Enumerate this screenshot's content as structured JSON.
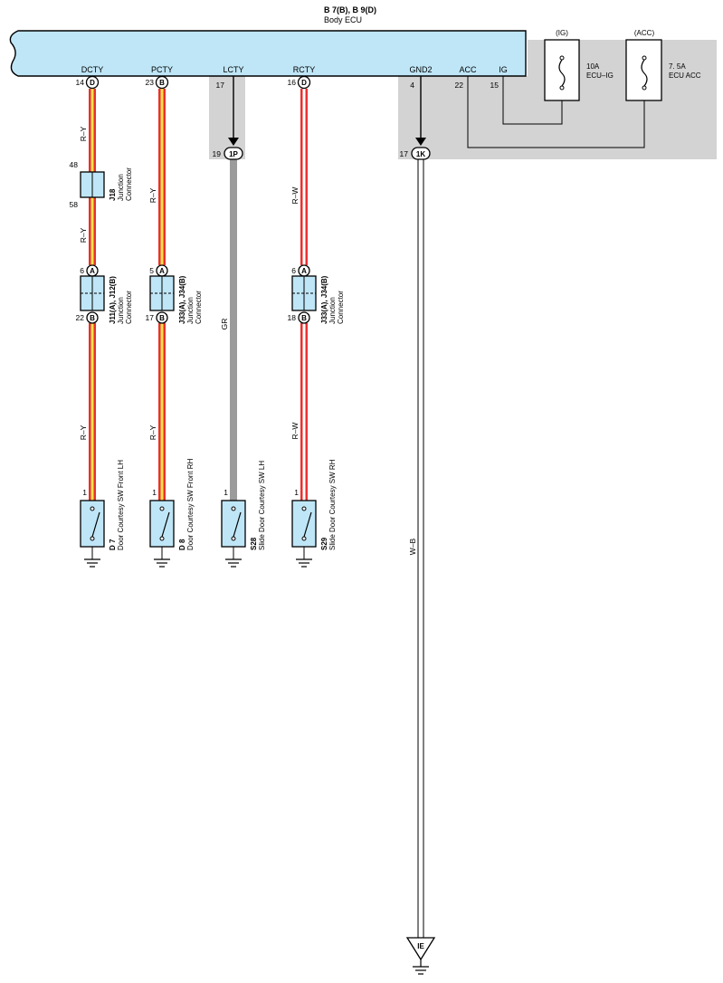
{
  "header": {
    "ecu_ref": "B 7(B), B 9(D)",
    "ecu_name": "Body ECU"
  },
  "ecu_terminals": [
    {
      "id": "dcty",
      "name": "DCTY",
      "pin": "14",
      "connector": "D"
    },
    {
      "id": "pcty",
      "name": "PCTY",
      "pin": "23",
      "connector": "B"
    },
    {
      "id": "lcty",
      "name": "LCTY",
      "pin": "17",
      "connector": ""
    },
    {
      "id": "rcty",
      "name": "RCTY",
      "pin": "16",
      "connector": "D"
    },
    {
      "id": "gnd2",
      "name": "GND2",
      "pin": "4",
      "connector": ""
    },
    {
      "id": "acc",
      "name": "ACC",
      "pin": "22",
      "connector": ""
    },
    {
      "id": "ig",
      "name": "IG",
      "pin": "15",
      "connector": ""
    }
  ],
  "fuses": [
    {
      "id": "ig",
      "power_label": "(IG)",
      "rating": "10A",
      "name": "ECU–IG"
    },
    {
      "id": "acc",
      "power_label": "(ACC)",
      "rating": "7. 5A",
      "name": "ECU ACC"
    }
  ],
  "relay_connectors": [
    {
      "id": "1p",
      "label": "1P",
      "pin": "19"
    },
    {
      "id": "1k",
      "label": "1K",
      "pin": "17"
    }
  ],
  "wires": [
    {
      "id": "dcty-top",
      "color_code": "R–Y"
    },
    {
      "id": "dcty-mid",
      "color_code": "R–Y"
    },
    {
      "id": "dcty-bot",
      "color_code": "R–Y"
    },
    {
      "id": "pcty-top",
      "color_code": "R–Y"
    },
    {
      "id": "pcty-bot",
      "color_code": "R–Y"
    },
    {
      "id": "lcty",
      "color_code": "GR"
    },
    {
      "id": "rcty-top",
      "color_code": "R–W"
    },
    {
      "id": "rcty-bot",
      "color_code": "R–W"
    },
    {
      "id": "gnd",
      "color_code": "W–B"
    }
  ],
  "junction_j18": {
    "ref": "J18",
    "name_line1": "Junction",
    "name_line2": "Connector",
    "pin_top": "48",
    "pin_bottom": "58"
  },
  "junctions": [
    {
      "id": "j11",
      "ref": "J11(A), J12(B)",
      "name_line1": "Junction",
      "name_line2": "Connector",
      "pin_top": "6",
      "conn_top": "A",
      "pin_bottom": "22",
      "conn_bottom": "B"
    },
    {
      "id": "j33a",
      "ref": "J33(A), J34(B)",
      "name_line1": "Junction",
      "name_line2": "Connector",
      "pin_top": "5",
      "conn_top": "A",
      "pin_bottom": "17",
      "conn_bottom": "B"
    },
    {
      "id": "j33b",
      "ref": "J33(A), J34(B)",
      "name_line1": "Junction",
      "name_line2": "Connector",
      "pin_top": "6",
      "conn_top": "A",
      "pin_bottom": "18",
      "conn_bottom": "B"
    }
  ],
  "switches": [
    {
      "id": "d7",
      "ref": "D 7",
      "name": "Door Courtesy SW Front LH",
      "pin": "1"
    },
    {
      "id": "d8",
      "ref": "D 8",
      "name": "Door Courtesy SW Front RH",
      "pin": "1"
    },
    {
      "id": "s28",
      "ref": "S28",
      "name": "Slide Door Courtesy SW LH",
      "pin": "1"
    },
    {
      "id": "s29",
      "ref": "S29",
      "name": "Slide Door Courtesy SW RH",
      "pin": "1"
    }
  ],
  "ground_point": {
    "label": "IE"
  },
  "colors": {
    "ecu_fill": "#bfe6f7",
    "relay_box": "#d3d3d3",
    "wire_red": "#e8312f",
    "wire_yellow": "#f7e24b",
    "wire_white": "#ffffff",
    "wire_gray": "#9b9b9b",
    "component_fill": "#bfe6f7"
  }
}
